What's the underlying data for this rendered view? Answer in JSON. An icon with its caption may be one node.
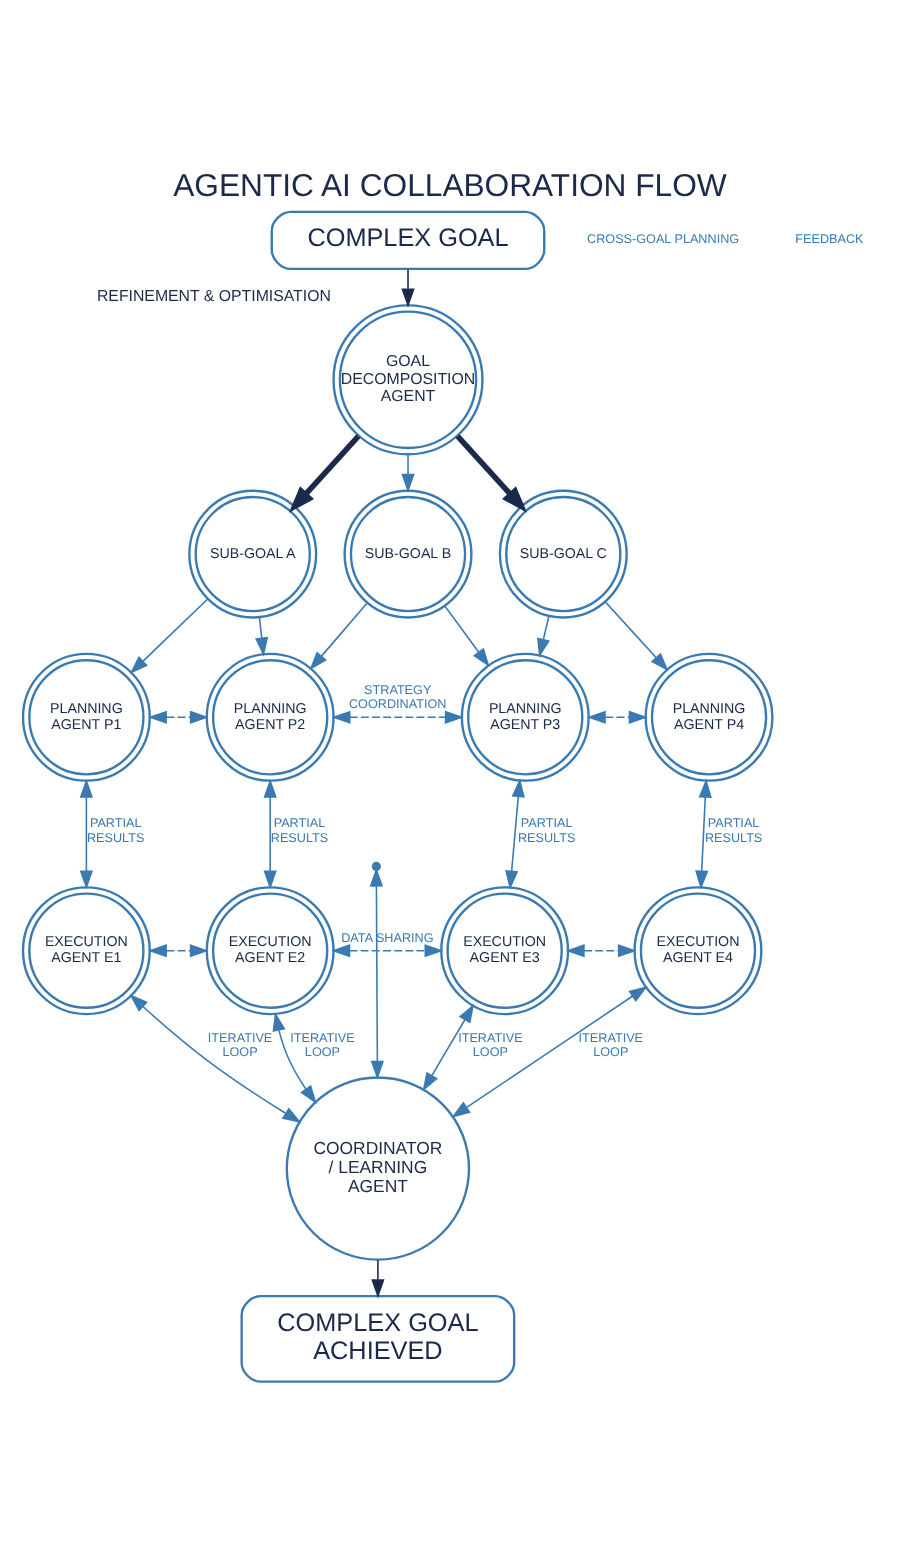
{
  "diagram": {
    "title": "AGENTIC AI COLLABORATION FLOW",
    "nodes": [
      {
        "text": [
          "COMPLEX GOAL"
        ]
      },
      {
        "text": [
          "GOAL DECOMPOSITION AGENT"
        ],
        "beside": [
          "REFINEMENT & OPTIMISATION"
        ]
      },
      {
        "text": [
          "SUB-GOAL A"
        ]
      },
      {
        "text": [
          "SUB-GOAL B"
        ]
      },
      {
        "text": [
          "SUB-GOAL C"
        ]
      },
      {
        "text": [
          "PLANNING AGENT P1"
        ]
      },
      {
        "text": [
          "PLANNING AGENT P2"
        ]
      },
      {
        "text": [
          "PLANNING AGENT P3"
        ]
      },
      {
        "text": [
          "PLANNING AGENT P4"
        ]
      },
      {
        "text": [
          "EXECUTION AGENT E1"
        ]
      },
      {
        "text": [
          "EXECUTION AGENT E2"
        ]
      },
      {
        "text": [
          "EXECUTION AGENT E3"
        ]
      },
      {
        "text": [
          "EXECUTION AGENT E4"
        ]
      },
      {
        "text": [
          "COORDINATOR / LEARNING AGENT"
        ]
      },
      {
        "text": [
          "COMPLEX GOAL ACHIEVED"
        ]
      }
    ],
    "edges": [
      {
        "from": 0,
        "to": 1,
        "arrow": "to",
        "color": "#1b2a4a"
      },
      {
        "from": 1,
        "to": 2,
        "arrow": "to",
        "style": "thick",
        "color": "#1b2a4a"
      },
      {
        "from": 1,
        "to": 3,
        "arrow": "to"
      },
      {
        "from": 1,
        "to": 4,
        "arrow": "to",
        "style": "thick",
        "color": "#1b2a4a"
      },
      {
        "from": 2,
        "to": 5,
        "arrow": "to"
      },
      {
        "from": 2,
        "to": 6,
        "arrow": "to"
      },
      {
        "from": 3,
        "to": 6,
        "arrow": "to"
      },
      {
        "from": 3,
        "to": 7,
        "arrow": "to"
      },
      {
        "from": 4,
        "to": 7,
        "arrow": "to"
      },
      {
        "from": 4,
        "to": 8,
        "arrow": "to"
      },
      {
        "from": 5,
        "to": 6,
        "arrow": "both",
        "style": "dashed"
      },
      {
        "from": 6,
        "to": 7,
        "arrow": "both",
        "style": "dashed",
        "label": "STRATEGY COORDINATION"
      },
      {
        "from": 7,
        "to": 8,
        "arrow": "both",
        "style": "dashed"
      },
      {
        "from": 5,
        "to": 9,
        "arrow": "both",
        "label": "PARTIAL RESULTS"
      },
      {
        "from": 6,
        "to": 10,
        "arrow": "both",
        "label": "PARTIAL RESULTS"
      },
      {
        "from": 7,
        "to": 11,
        "arrow": "both",
        "label": "PARTIAL RESULTS"
      },
      {
        "from": 8,
        "to": 12,
        "arrow": "both",
        "label": "PARTIAL RESULTS"
      },
      {
        "from": 9,
        "to": 10,
        "arrow": "both",
        "style": "dashed"
      },
      {
        "from": 10,
        "to": 11,
        "arrow": "both",
        "style": "dashed",
        "label": "DATA SHARING"
      },
      {
        "from": 11,
        "to": 12,
        "arrow": "both",
        "style": "dashed"
      },
      {
        "from": null,
        "to": 13,
        "arrow": "both"
      },
      {
        "from": 9,
        "to": 13,
        "arrow": "both",
        "label": "ITERATIVE LOOP"
      },
      {
        "from": 10,
        "to": 13,
        "arrow": "both",
        "label": "ITERATIVE LOOP"
      },
      {
        "from": 11,
        "to": 13,
        "arrow": "both",
        "label": "ITERATIVE LOOP"
      },
      {
        "from": 12,
        "to": 13,
        "arrow": "both",
        "label": "ITERATIVE LOOP"
      },
      {
        "from": 13,
        "to": 14,
        "arrow": "to",
        "color": "#1b2a4a"
      }
    ],
    "labels": [
      "CROSS-GOAL PLANNING",
      "FEEDBACK"
    ]
  }
}
